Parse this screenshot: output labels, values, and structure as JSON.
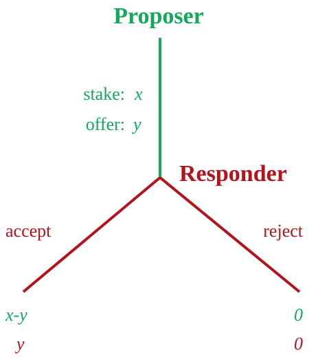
{
  "colors": {
    "proposer": "#13a85a",
    "responder": "#b5121b",
    "payoff": "#13a85a",
    "background": "#ffffff"
  },
  "proposer": {
    "title": "Proposer",
    "stake_label": "stake:",
    "stake_var": "x",
    "offer_label": "offer:",
    "offer_var": "y"
  },
  "responder": {
    "title": "Responder",
    "accept_label": "accept",
    "reject_label": "reject"
  },
  "payoffs": {
    "accept_proposer": "x-y",
    "accept_responder": "y",
    "reject_proposer": "0",
    "reject_responder": "0"
  }
}
